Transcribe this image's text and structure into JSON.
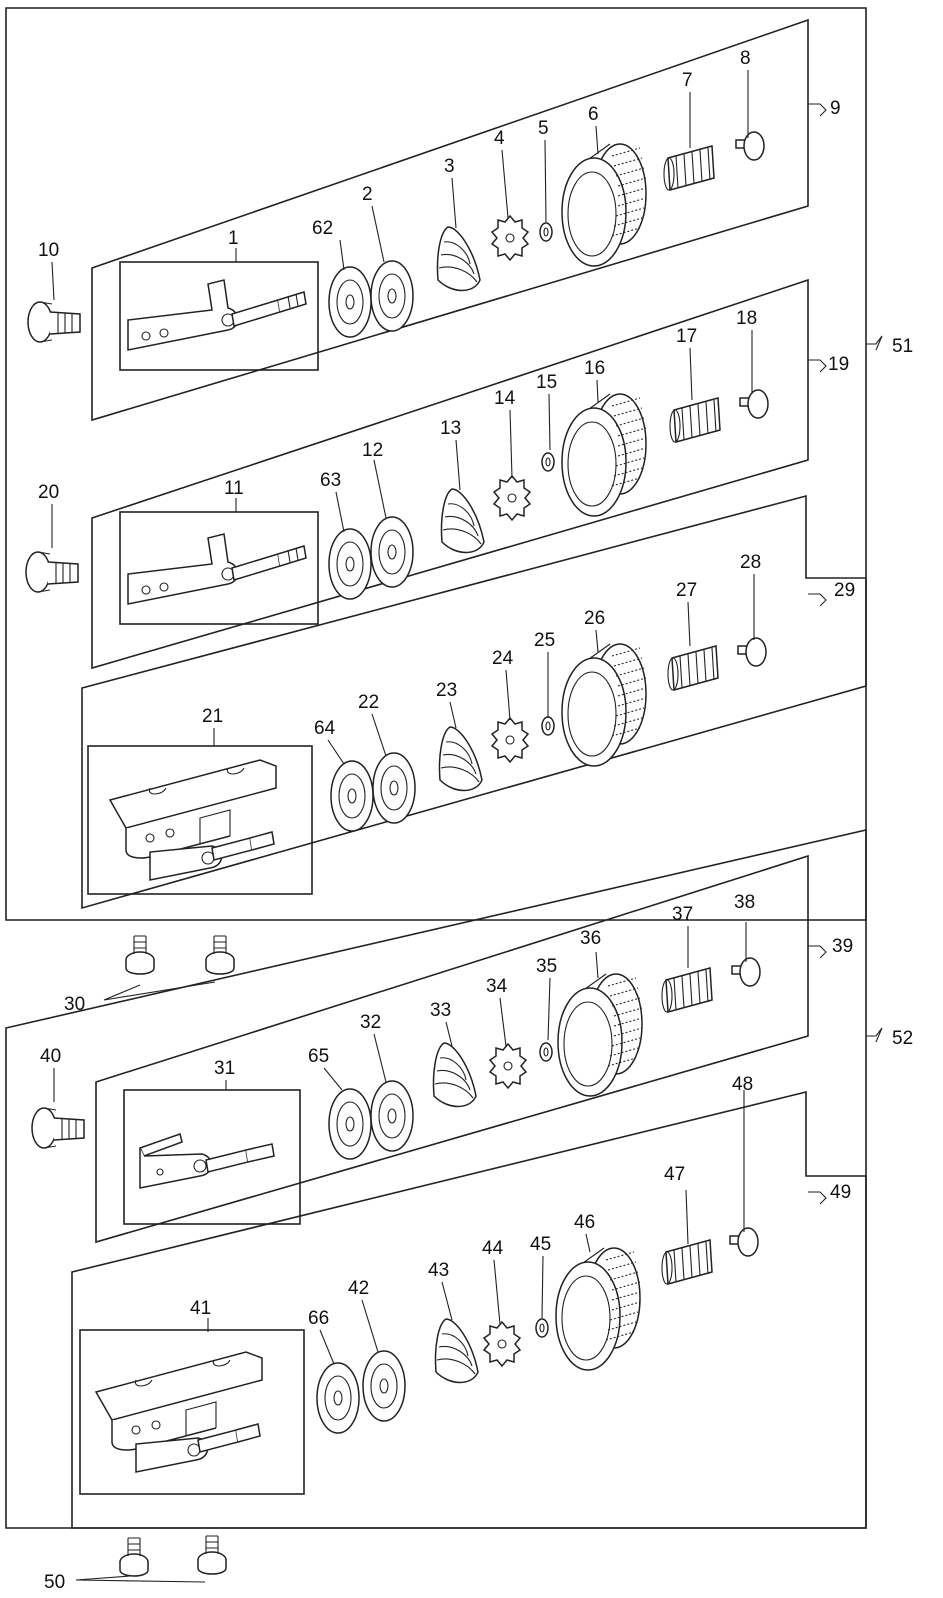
{
  "labels": {
    "g1": {
      "frame": "1",
      "washer_a": "62",
      "washer_b": "2",
      "spring_cone": "3",
      "star": "4",
      "small_washer": "5",
      "dial": "6",
      "coil": "7",
      "pin": "8",
      "group": "9",
      "screw": "10"
    },
    "g2": {
      "frame": "11",
      "washer_a": "63",
      "washer_b": "12",
      "spring_cone": "13",
      "star": "14",
      "small_washer": "15",
      "dial": "16",
      "coil": "17",
      "pin": "18",
      "group": "19",
      "screw": "20"
    },
    "g3": {
      "frame": "21",
      "washer_a": "64",
      "washer_b": "22",
      "spring_cone": "23",
      "star": "24",
      "small_washer": "25",
      "dial": "26",
      "coil": "27",
      "pin": "28",
      "group": "29"
    },
    "g4": {
      "frame": "31",
      "washer_a": "65",
      "washer_b": "32",
      "spring_cone": "33",
      "star": "34",
      "small_washer": "35",
      "dial": "36",
      "coil": "37",
      "pin": "38",
      "group": "39",
      "screw": "40"
    },
    "g5": {
      "frame": "41",
      "washer_a": "66",
      "washer_b": "42",
      "spring_cone": "43",
      "star": "44",
      "small_washer": "45",
      "dial": "46",
      "coil": "47",
      "pin": "48",
      "group": "49"
    },
    "screws_upper": "30",
    "screws_lower": "50",
    "assembly_upper": "51",
    "assembly_lower": "52"
  }
}
